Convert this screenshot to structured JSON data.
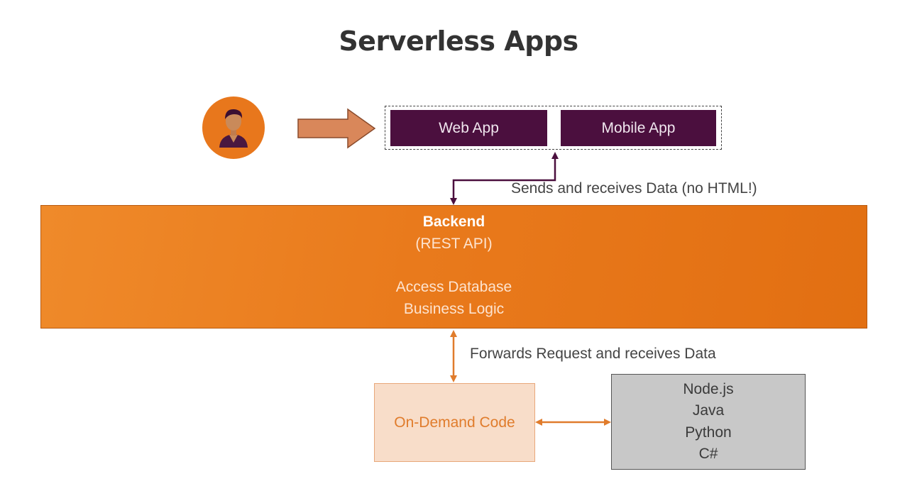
{
  "title": "Serverless Apps",
  "clients": {
    "web_app": "Web App",
    "mobile_app": "Mobile App"
  },
  "labels": {
    "sends_receives": "Sends and receives Data (no HTML!)",
    "forwards": "Forwards Request and receives Data"
  },
  "backend": {
    "title": "Backend",
    "subtitle": "(REST API)",
    "line1": "Access Database",
    "line2": "Business Logic"
  },
  "on_demand": "On-Demand Code",
  "languages": [
    "Node.js",
    "Java",
    "Python",
    "C#"
  ],
  "colors": {
    "orange": "#e97a1c",
    "purple": "#4b0f3e",
    "peach": "#f8ddc9",
    "gray": "#c8c8c8"
  },
  "icons": {
    "user": "user-avatar-icon",
    "flow": "right-arrow-icon"
  }
}
